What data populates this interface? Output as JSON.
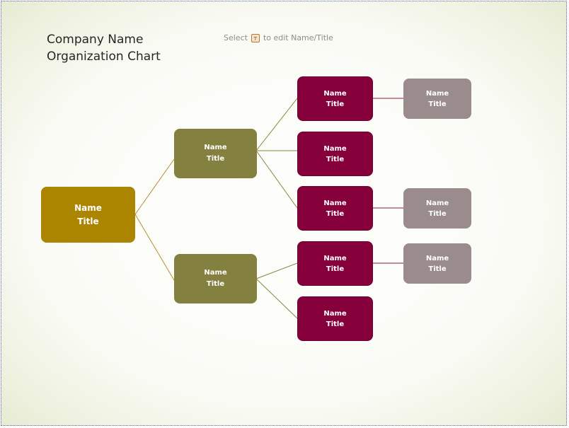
{
  "header": {
    "title": "Company Name\nOrganization Chart",
    "hint_prefix": "Select",
    "hint_icon_glyph": "T",
    "hint_suffix": "to edit Name/Title"
  },
  "colors": {
    "root": "#ab8400",
    "level2": "#84803f",
    "level3": "#86003c",
    "level4": "#9a8c8c",
    "connector_olive": "#8a8540",
    "connector_gold": "#b09030",
    "connector_wine": "#8a1a48"
  },
  "org": {
    "root": {
      "name": "Name",
      "title": "Title"
    },
    "managers": [
      {
        "name": "Name",
        "title": "Title"
      },
      {
        "name": "Name",
        "title": "Title"
      }
    ],
    "staff": [
      {
        "name": "Name",
        "title": "Title"
      },
      {
        "name": "Name",
        "title": "Title"
      },
      {
        "name": "Name",
        "title": "Title"
      },
      {
        "name": "Name",
        "title": "Title"
      },
      {
        "name": "Name",
        "title": "Title"
      }
    ],
    "assistants": [
      {
        "name": "Name",
        "title": "Title"
      },
      {
        "name": "Name",
        "title": "Title"
      },
      {
        "name": "Name",
        "title": "Title"
      }
    ]
  }
}
